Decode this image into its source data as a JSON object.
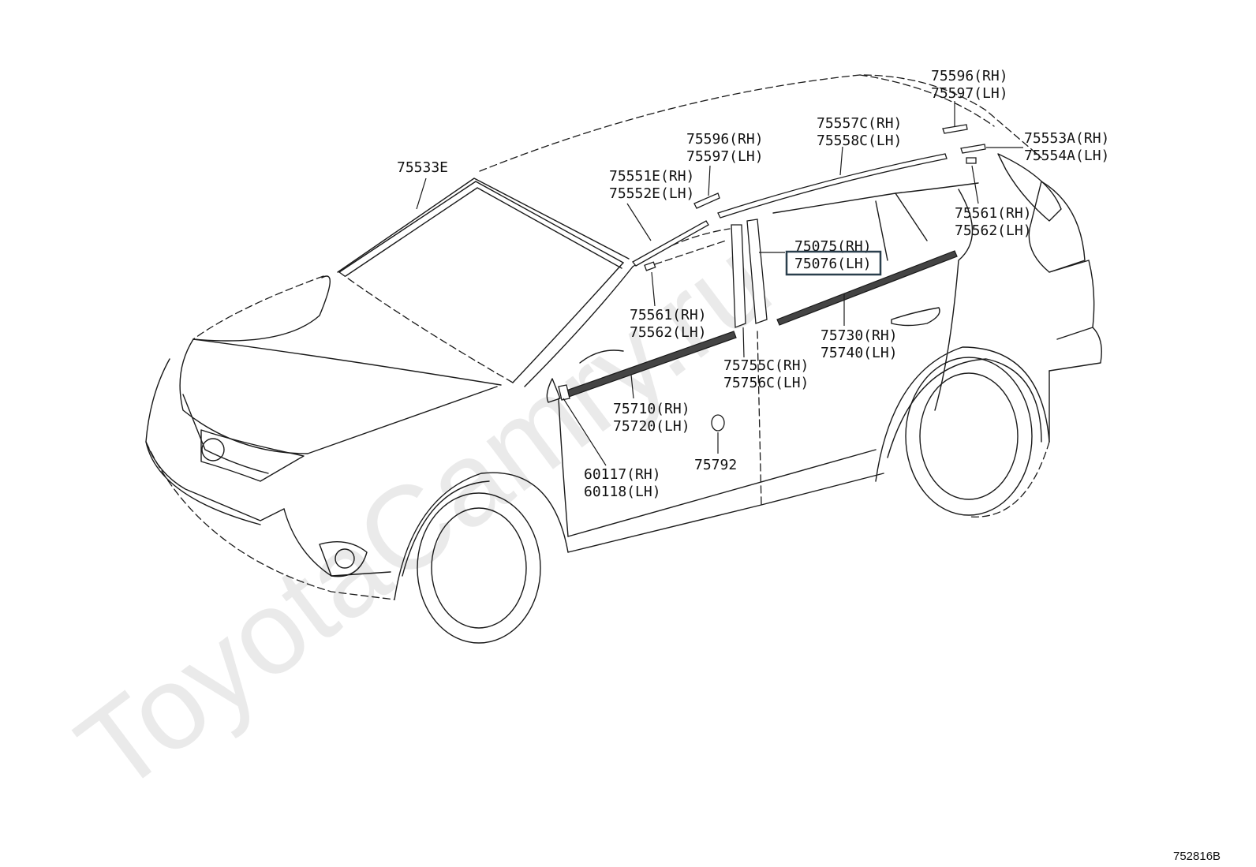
{
  "watermark": "ToyotaCamry.ru",
  "figure_ref": "752816B",
  "highlight": "75076 (LH)",
  "callouts": [
    {
      "id": "c01",
      "lines": [
        "75596(RH)",
        "75597(LH)"
      ]
    },
    {
      "id": "c02",
      "lines": [
        "75557C(RH)",
        "75558C(LH)"
      ]
    },
    {
      "id": "c03",
      "lines": [
        "75553A(RH)",
        "75554A(LH)"
      ]
    },
    {
      "id": "c04",
      "lines": [
        "75596(RH)",
        "75597(LH)"
      ]
    },
    {
      "id": "c05",
      "lines": [
        "75533E"
      ]
    },
    {
      "id": "c06",
      "lines": [
        "75551E(RH)",
        "75552E(LH)"
      ]
    },
    {
      "id": "c07",
      "lines": [
        "75561(RH)",
        "75562(LH)"
      ]
    },
    {
      "id": "c08",
      "lines": [
        "75075(RH)",
        "75076(LH)"
      ]
    },
    {
      "id": "c09",
      "lines": [
        "75561(RH)",
        "75562(LH)"
      ]
    },
    {
      "id": "c10",
      "lines": [
        "75730(RH)",
        "75740(LH)"
      ]
    },
    {
      "id": "c11",
      "lines": [
        "75755C(RH)",
        "75756C(LH)"
      ]
    },
    {
      "id": "c12",
      "lines": [
        "75710(RH)",
        "75720(LH)"
      ]
    },
    {
      "id": "c13",
      "lines": [
        "75792"
      ]
    },
    {
      "id": "c14",
      "lines": [
        "60117(RH)",
        "60118(LH)"
      ]
    }
  ]
}
